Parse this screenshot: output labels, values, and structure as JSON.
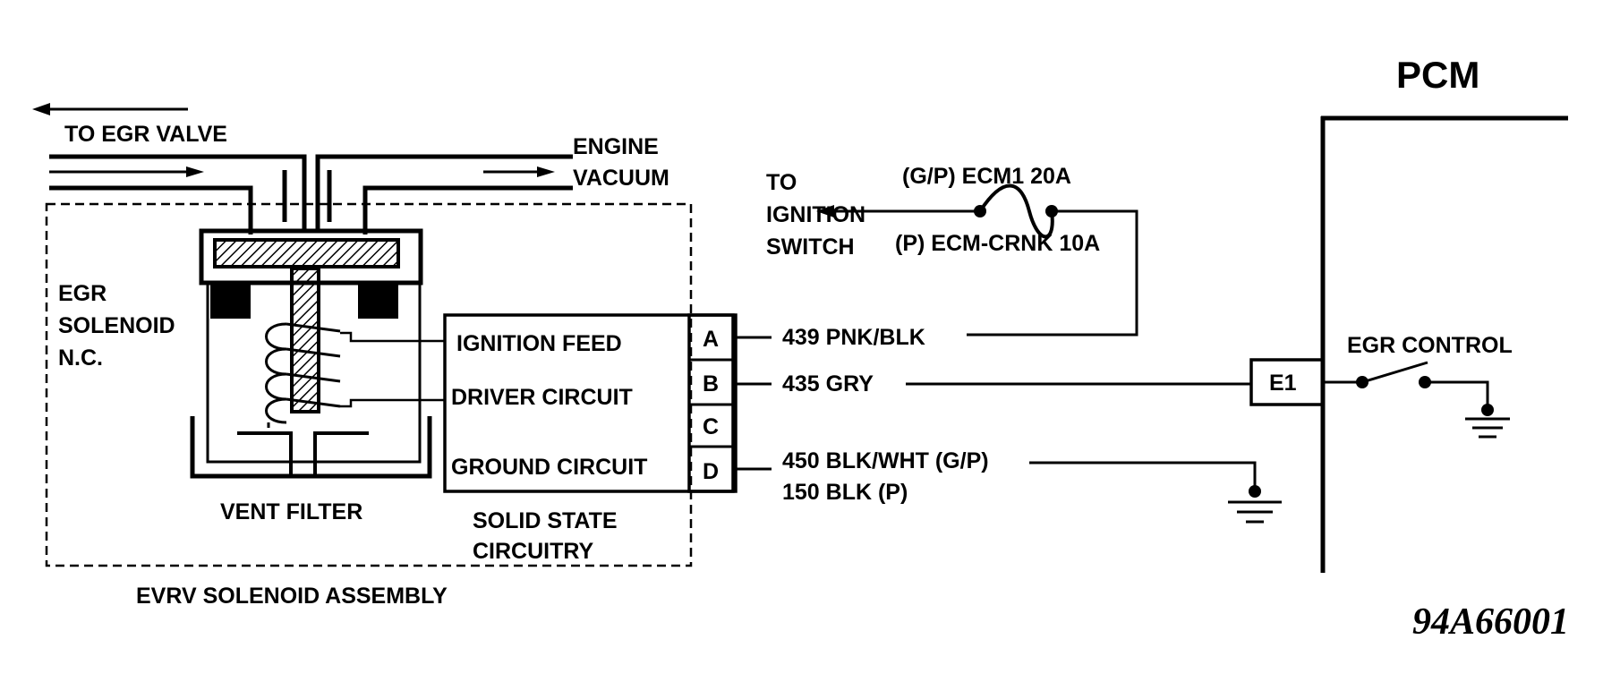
{
  "diagram": {
    "pcm_title": "PCM",
    "to_egr_valve": "TO EGR VALVE",
    "engine_vacuum": [
      "ENGINE",
      "VACUUM"
    ],
    "to_ignition_switch": [
      "TO",
      "IGNITION",
      "SWITCH"
    ],
    "fuse_top": "(G/P) ECM1 20A",
    "fuse_bottom": "(P) ECM-CRNK 10A",
    "solenoid_label": [
      "EGR",
      "SOLENOID",
      "N.C."
    ],
    "circuits": {
      "ignition_feed": "IGNITION FEED",
      "driver_circuit": "DRIVER CIRCUIT",
      "ground_circuit": "GROUND CIRCUIT"
    },
    "pins": [
      "A",
      "B",
      "C",
      "D"
    ],
    "wires": {
      "a": "439 PNK/BLK",
      "b": "435 GRY",
      "d1": "450 BLK/WHT (G/P)",
      "d2": "150 BLK (P)"
    },
    "e1": "E1",
    "egr_control": "EGR CONTROL",
    "vent_filter": "VENT FILTER",
    "solid_state": [
      "SOLID STATE",
      "CIRCUITRY"
    ],
    "assembly": "EVRV SOLENOID ASSEMBLY",
    "figure_id": "94A66001"
  }
}
